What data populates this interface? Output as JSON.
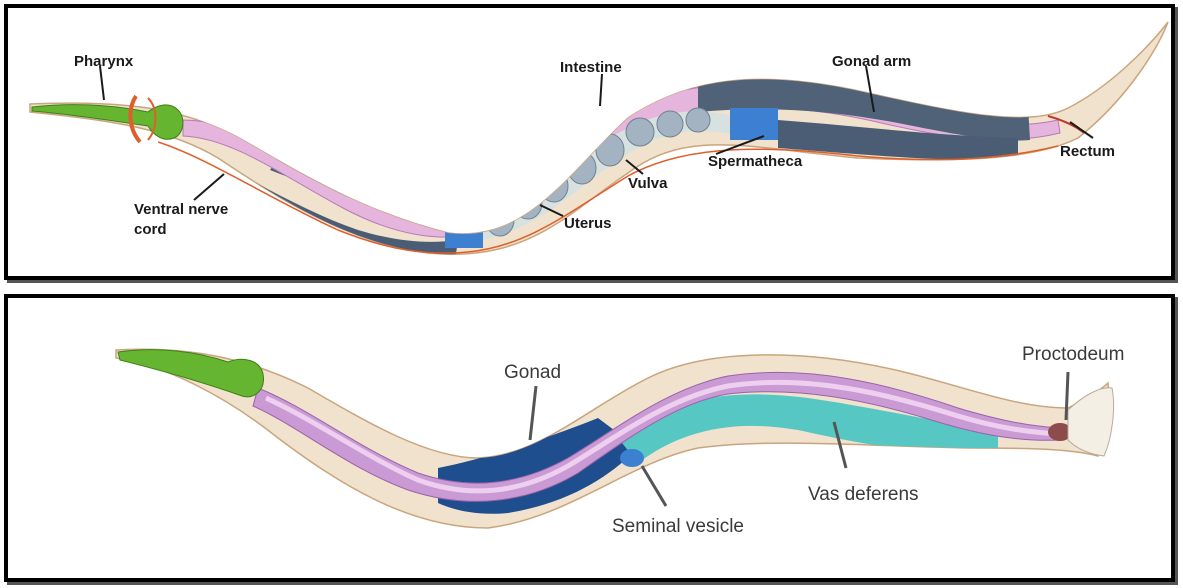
{
  "hermaphrodite": {
    "labels": {
      "pharynx": "Pharynx",
      "intestine": "Intestine",
      "gonad_arm": "Gonad arm",
      "spermatheca": "Spermatheca",
      "rectum": "Rectum",
      "vulva": "Vulva",
      "uterus": "Uterus",
      "ventral_nerve_cord_line1": "Ventral nerve",
      "ventral_nerve_cord_line2": "cord"
    }
  },
  "male": {
    "labels": {
      "gonad": "Gonad",
      "proctodeum": "Proctodeum",
      "vas_deferens": "Vas deferens",
      "seminal_vesicle": "Seminal vesicle"
    }
  },
  "colors": {
    "body": "#f0e2cc",
    "body_outline": "#c9a57e",
    "intestine": "#e6b5de",
    "intestine_dark": "#b77ab8",
    "gonad": "#4f6278",
    "gonad_male": "#1f4e8f",
    "pharynx": "#66b531",
    "spermatheca": "#3d7fd0",
    "vas_deferens": "#57c7c4",
    "egg": "#a4b3c1",
    "nerve": "#e05e2a"
  }
}
